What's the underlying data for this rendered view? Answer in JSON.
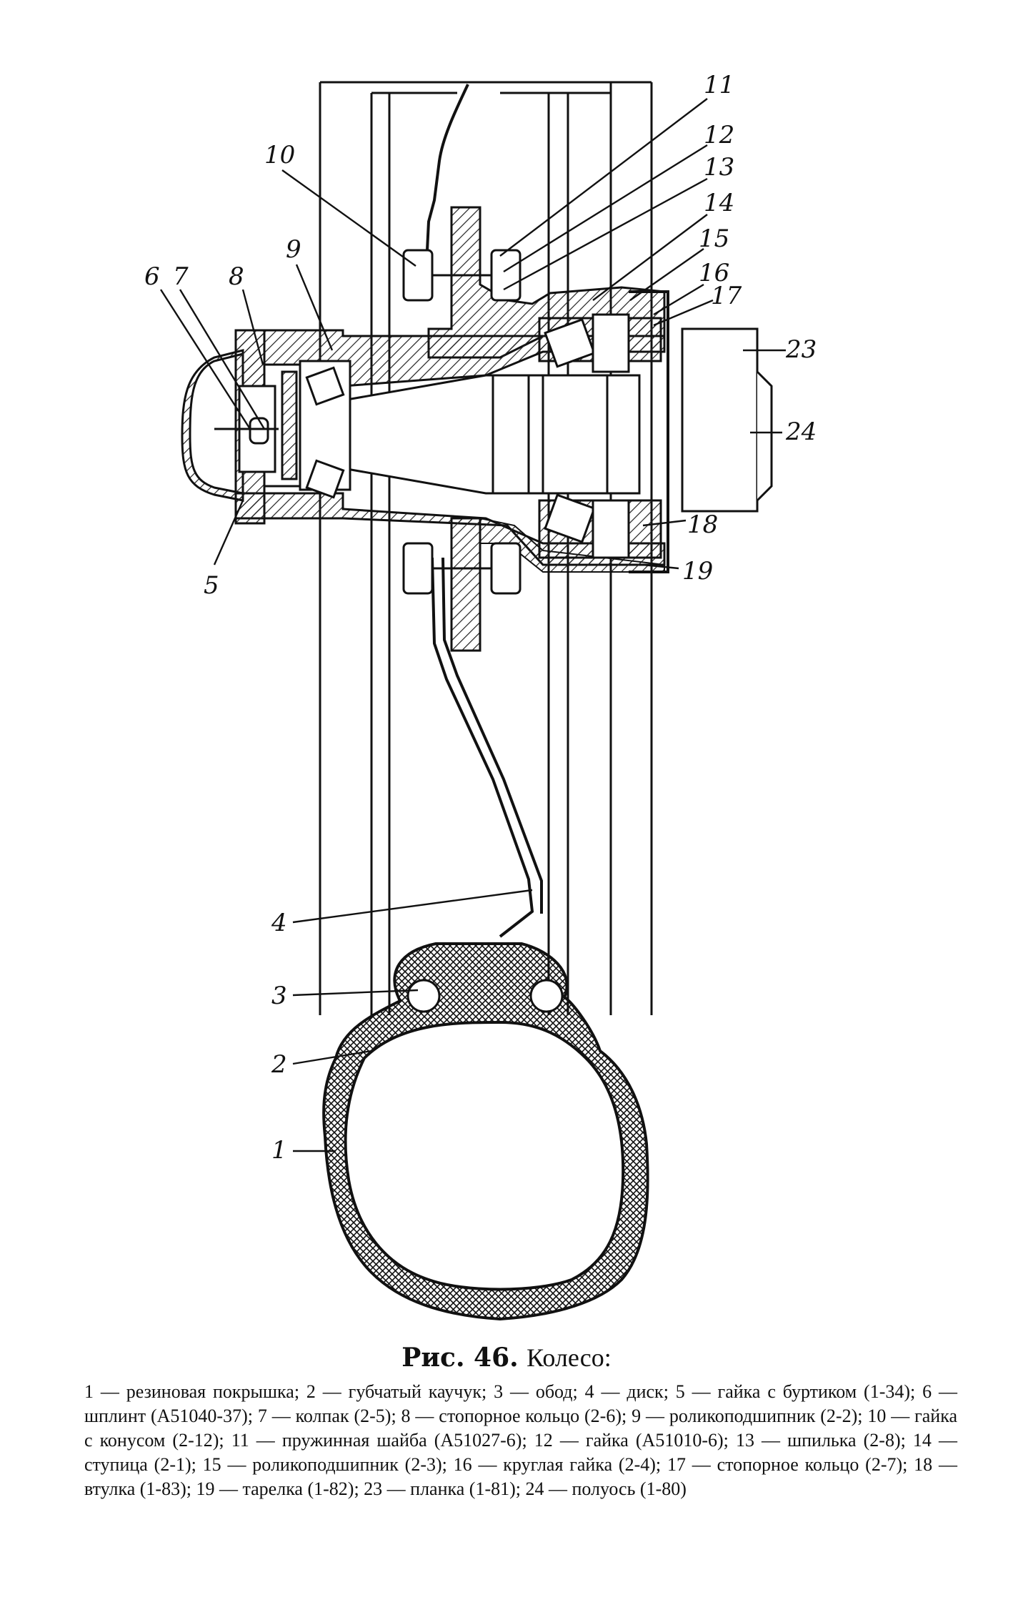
{
  "figure": {
    "number_label": "Рис. 46.",
    "title": "Колесо:"
  },
  "labels": [
    "1",
    "2",
    "3",
    "4",
    "5",
    "6",
    "7",
    "8",
    "9",
    "10",
    "11",
    "12",
    "13",
    "14",
    "15",
    "16",
    "17",
    "18",
    "19",
    "23",
    "24"
  ],
  "legend_text": "1 — резиновая покрышка; 2 — губчатый каучук; 3 — обод; 4 — диск; 5 — гайка с буртиком (1-34); 6 — шплинт (А51040-37); 7 — колпак (2-5); 8 — стопорное кольцо (2-6); 9 — роликоподшипник (2-2); 10 — гайка с конусом (2-12); 11 — пружинная шайба (А51027-6); 12 — гайка (А51010-6); 13 — шпилька (2-8); 14 — ступица (2-1); 15 — роликоподшипник (2-3); 16 — круглая гайка (2-4); 17 — стопорное кольцо (2-7); 18 — втулка (1-83); 19 — тарелка (1-82); 23 — планка (1-81); 24 — полуось (1-80)"
}
